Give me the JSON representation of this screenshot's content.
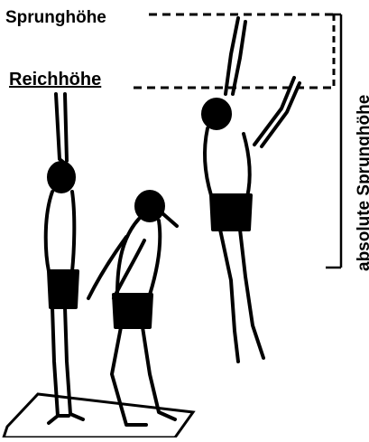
{
  "labels": {
    "jump_height": "Sprunghöhe",
    "reach_height": "Reichhöhe",
    "absolute_jump_height": "absolute Sprunghöhe"
  },
  "colors": {
    "ink": "#000000",
    "background": "#ffffff"
  },
  "figures": [
    {
      "name": "standing-reach-figure"
    },
    {
      "name": "crouching-figure"
    },
    {
      "name": "jumping-figure"
    }
  ]
}
